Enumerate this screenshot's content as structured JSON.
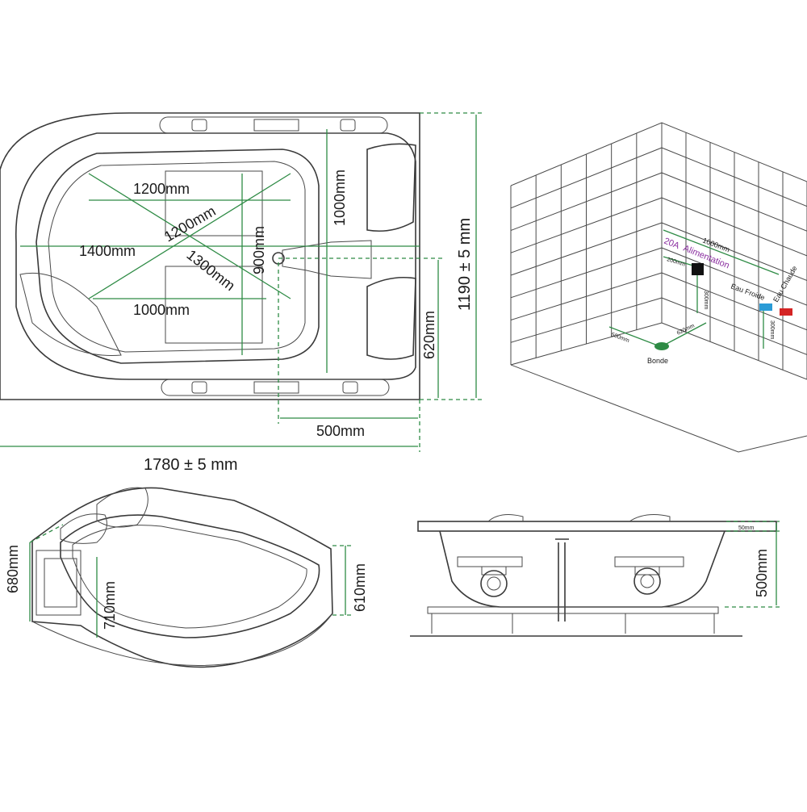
{
  "top_view": {
    "dim_1200_a": "1200mm",
    "dim_1200_b": "1200mm",
    "dim_1400": "1400mm",
    "dim_1300": "1300mm",
    "dim_1000_bottom": "1000mm",
    "dim_900": "900mm",
    "dim_1000_vertical": "1000mm",
    "dim_1190": "1190 ± 5 mm",
    "dim_620": "620mm",
    "dim_500": "500mm",
    "dim_1780": "1780 ± 5 mm"
  },
  "room_view": {
    "dim_1000": "1000mm",
    "power_20a": "20A",
    "power_alimentation": "Alimentation",
    "dim_200": "200mm",
    "dim_vertical_left": "300mm",
    "cold_water": "Eau Froide",
    "hot_water": "Eau Chaude",
    "dim_vertical_right": "300mm",
    "dim_500": "500mm",
    "dim_620": "620mm",
    "drain": "Bonde",
    "colors": {
      "cold": "#2a9bd6",
      "hot": "#d42424",
      "power_box": "#111111",
      "drain": "#2e8b45"
    }
  },
  "iso_view": {
    "dim_680": "680mm",
    "dim_710": "710mm",
    "dim_610": "610mm"
  },
  "side_view": {
    "dim_50": "50mm",
    "dim_500": "500mm"
  }
}
